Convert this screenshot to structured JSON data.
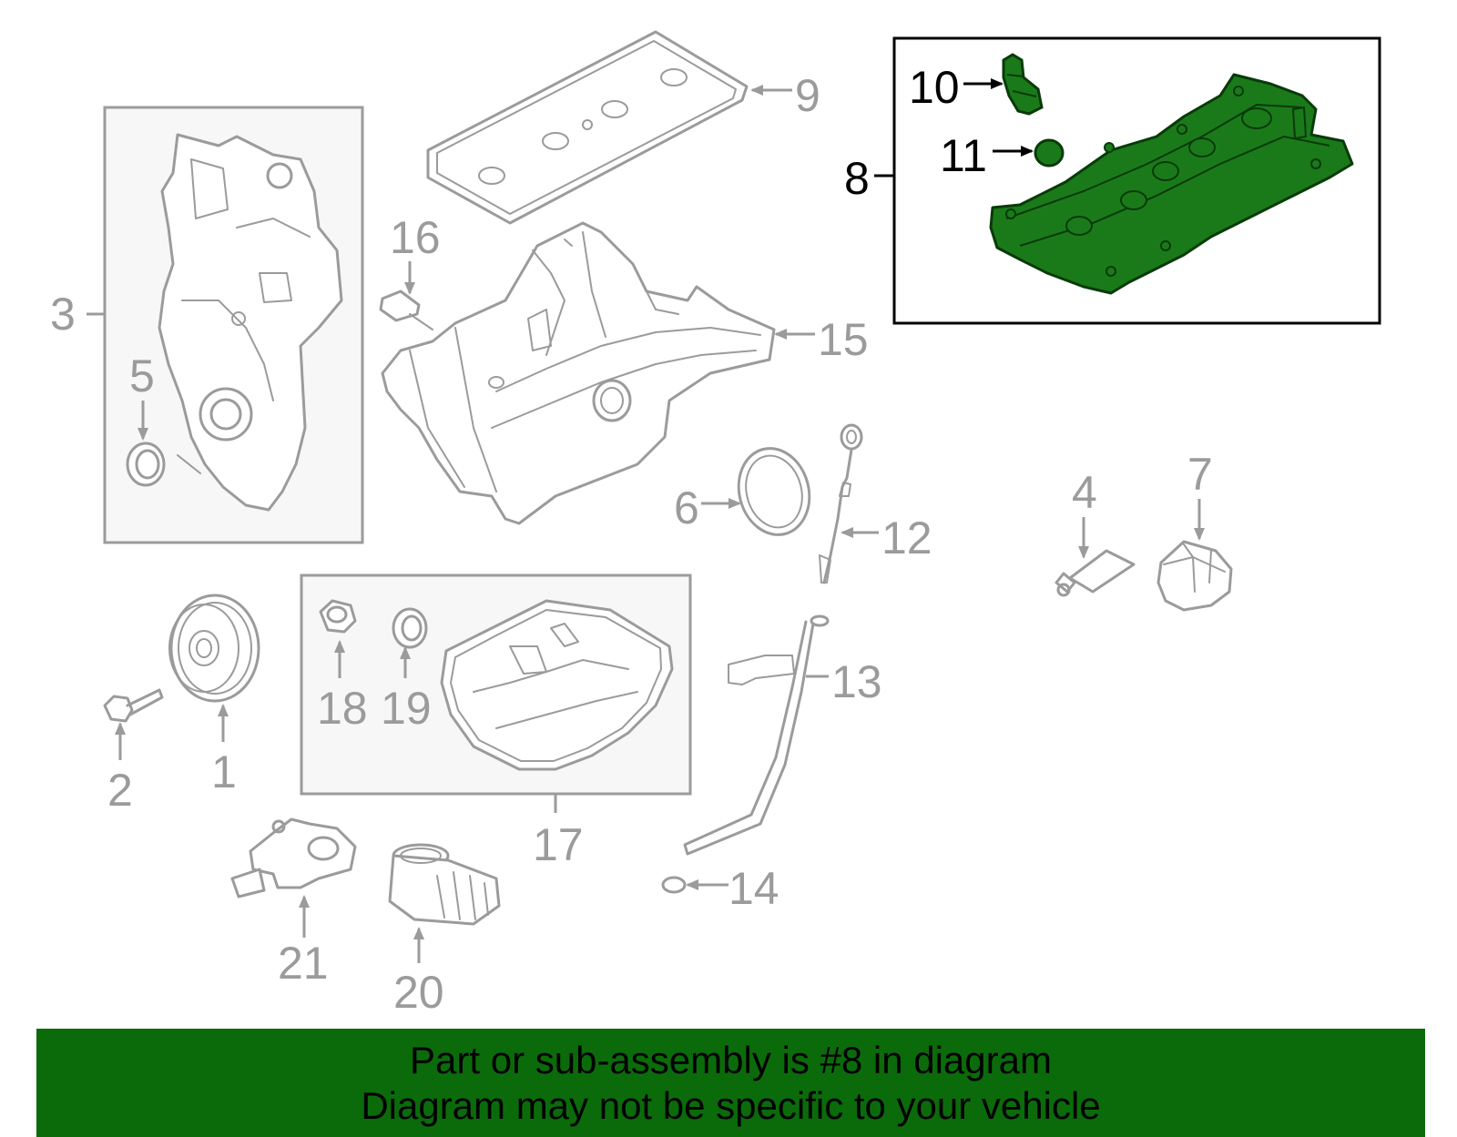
{
  "colors": {
    "highlight": "#0b6b0b",
    "part_fill": "#1a7a1a",
    "banner": "#0b6b0b",
    "line_grey": "#9b9b9b"
  },
  "callouts": {
    "c1": "1",
    "c2": "2",
    "c3": "3",
    "c4": "4",
    "c5": "5",
    "c6": "6",
    "c7": "7",
    "c8": "8",
    "c9": "9",
    "c10": "10",
    "c11": "11",
    "c12": "12",
    "c13": "13",
    "c14": "14",
    "c15": "15",
    "c16": "16",
    "c17": "17",
    "c18": "18",
    "c19": "19",
    "c20": "20",
    "c21": "21"
  },
  "banner": {
    "line1": "Part or sub-assembly is #8 in diagram",
    "line2": "Diagram may not be specific to your vehicle"
  }
}
